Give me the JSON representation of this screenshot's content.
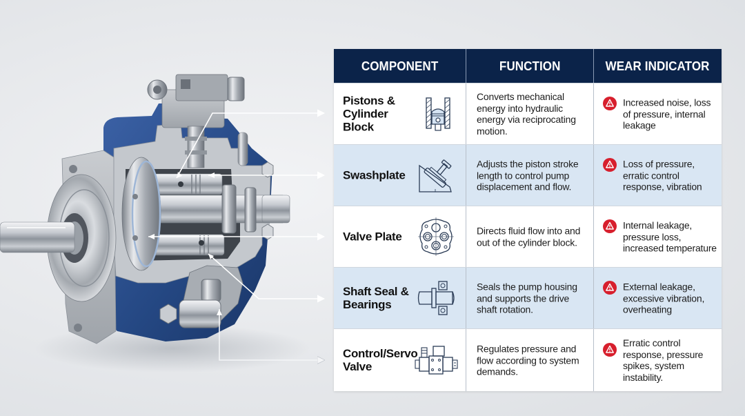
{
  "colors": {
    "header_bg": "#0b2349",
    "header_text": "#ffffff",
    "row_alt_bg": "#d9e6f3",
    "row_bg": "#ffffff",
    "warning_icon": "#d71f2d",
    "pump_blue": "#2d4f8f",
    "leader_line": "#ffffff"
  },
  "illustration": {
    "subject": "hydraulic-piston-pump-cutaway",
    "callouts": [
      {
        "target": "pistons-cylinder-block",
        "label_row": 0
      },
      {
        "target": "swashplate",
        "label_row": 1
      },
      {
        "target": "valve-plate",
        "label_row": 2
      },
      {
        "target": "shaft-seal-bearings",
        "label_row": 3
      },
      {
        "target": "control-servo-valve",
        "label_row": 4
      }
    ]
  },
  "table": {
    "headers": [
      "COMPONENT",
      "FUNCTION",
      "WEAR INDICATOR"
    ],
    "rows": [
      {
        "component": "Pistons & Cylinder Block",
        "icon": "piston-icon",
        "function": "Converts mechanical energy into hydraulic energy via reciprocating motion.",
        "wear_icon": "warning-icon",
        "wear": "Increased noise, loss of pressure, internal leakage"
      },
      {
        "component": "Swashplate",
        "icon": "swashplate-icon",
        "function": "Adjusts the piston stroke length to control pump displacement and flow.",
        "wear_icon": "warning-icon",
        "wear": "Loss of pressure, erratic control response, vibration"
      },
      {
        "component": "Valve Plate",
        "icon": "valve-plate-icon",
        "function": "Directs fluid flow into and out of the cylinder block.",
        "wear_icon": "warning-icon",
        "wear": "Internal leakage, pressure loss, increased temperature"
      },
      {
        "component": "Shaft Seal & Bearings",
        "icon": "shaft-bearing-icon",
        "function": "Seals the pump housing and supports the drive shaft rotation.",
        "wear_icon": "warning-icon",
        "wear": "External leakage, excessive vibration, overheating"
      },
      {
        "component": "Control/Servo Valve",
        "icon": "servo-valve-icon",
        "function": "Regulates pressure and flow according to system demands.",
        "wear_icon": "warning-icon",
        "wear": "Erratic control response, pressure spikes, system instability."
      }
    ]
  }
}
